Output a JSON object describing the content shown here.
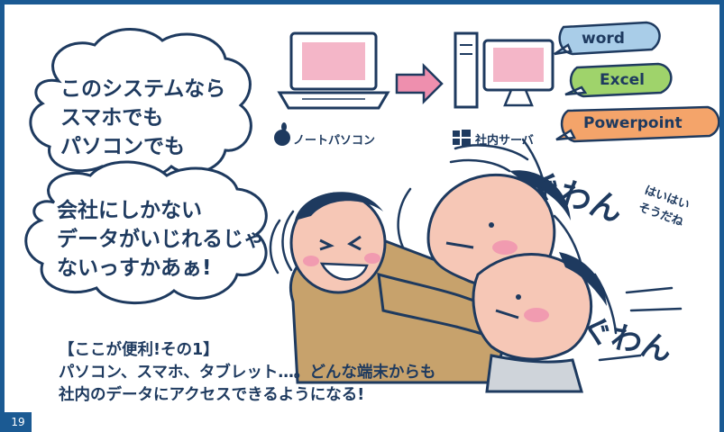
{
  "speech_bubble_top": {
    "lines": "このシステムなら\nスマホでも\nパソコンでも"
  },
  "speech_bubble_bottom": {
    "lines": "会社にしかない\nデータがいじれるじゃ\nないっすかあぁ!"
  },
  "devices": {
    "laptop_label": "ノートパソコン",
    "server_label": "社内サーバ"
  },
  "apps": [
    {
      "label": "word",
      "color": "#a9cde8"
    },
    {
      "label": "Excel",
      "color": "#9fd36b"
    },
    {
      "label": "Powerpoint",
      "color": "#f4a46a"
    }
  ],
  "sound_effects": {
    "shake_1": "ぐわん",
    "shake_2": "ぐわん",
    "reply": "はいはい\nそうだね"
  },
  "caption": {
    "heading": "【ここが便利!その1】",
    "line1": "パソコン、スマホ、タブレット…。どんな端末からも",
    "line2": "社内のデータにアクセスできるようになる!"
  },
  "page_number": "19",
  "colors": {
    "border": "#1b5a93",
    "text": "#1e3a5f",
    "screen_pink": "#f4b6c8",
    "arrow_pink": "#ee8fae",
    "skin": "#f6c7b6",
    "jacket": "#c7a26c"
  }
}
